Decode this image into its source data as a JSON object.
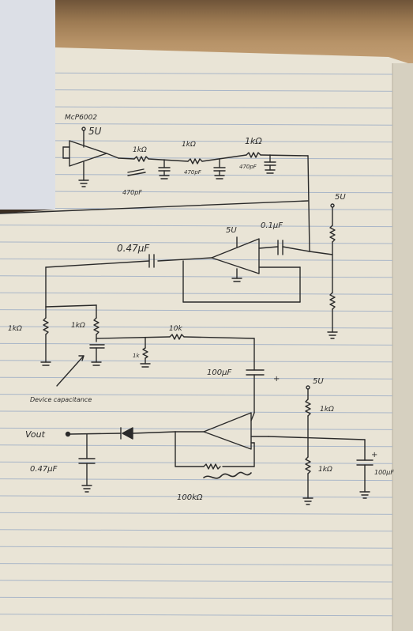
{
  "labels": {
    "opamp1_part": "McP6002",
    "v5_top": "5U",
    "r_1k_a": "1kΩ",
    "r_1k_b": "1kΩ",
    "r_1k_c": "1kΩ",
    "c_470p_a": "470pF",
    "c_470p_b": "470pF",
    "c_470p_c": "470pF",
    "v5_right_top": "5U",
    "v5_opamp2": "5U",
    "c_01u": "0.1μF",
    "c_047u_top": "0.47μF",
    "r_1k_left": "1kΩ",
    "r_1k_mid": "1kΩ",
    "r_10k": "10k",
    "r_1k_small": "1k",
    "c_100u_mid": "100μF",
    "plus_mid": "+",
    "device_cap": "Device capacitance",
    "v5_bottom": "5U",
    "r_1k_bottom_top": "1kΩ",
    "vout": "Vout",
    "c_047u_bottom": "0.47μF",
    "r_100k": "100kΩ",
    "r_1k_bottom_low": "1kΩ",
    "plus_bottom": "+",
    "c_100u_bottom": "100μF"
  },
  "colors": {
    "paper": "#e9e4d6",
    "rule": "#a9b6c8",
    "ink": "#2a2a2a",
    "card": "#dcdfe6"
  }
}
